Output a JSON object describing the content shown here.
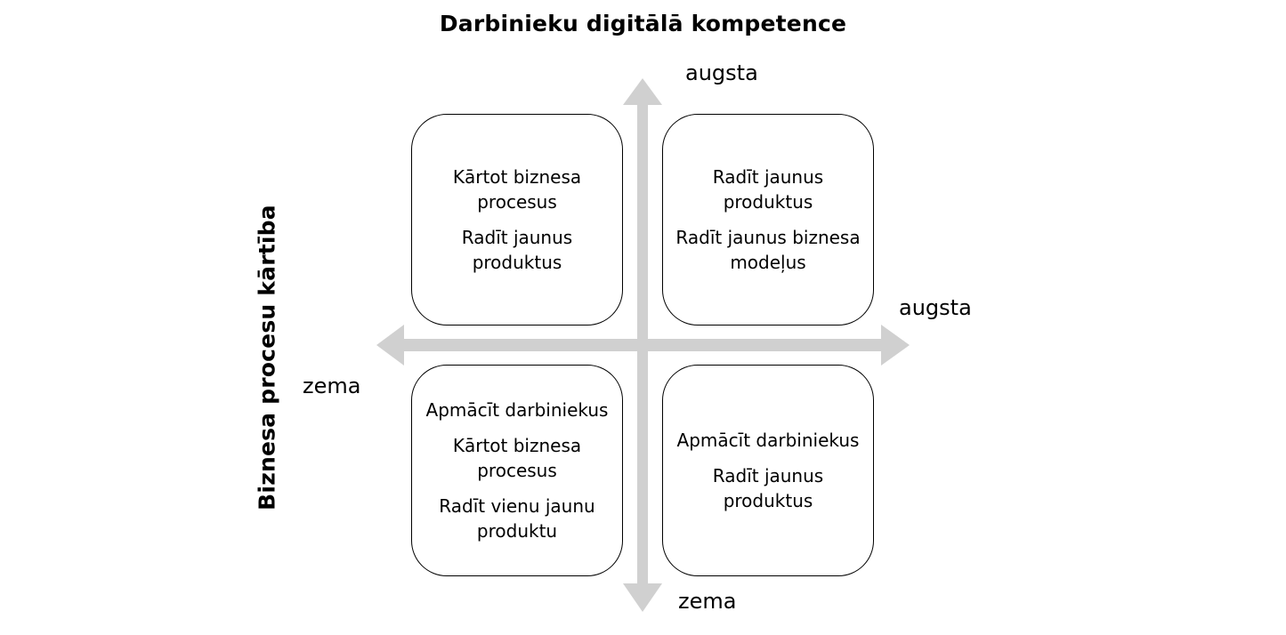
{
  "titles": {
    "top": "Darbinieku digitālā kompetence",
    "left": "Biznesa procesu kārtība"
  },
  "axis_labels": {
    "vertical_high": "augsta",
    "vertical_low": "zema",
    "horizontal_high": "augsta",
    "horizontal_low": "zema"
  },
  "quadrants": {
    "top_left": {
      "item1": "Kārtot biznesa procesus",
      "item2": "Radīt jaunus produktus"
    },
    "top_right": {
      "item1": "Radīt jaunus produktus",
      "item2": "Radīt jaunus biznesa modeļus"
    },
    "bottom_left": {
      "item1": "Apmācīt darbiniekus",
      "item2": "Kārtot biznesa procesus",
      "item3": "Radīt vienu jaunu produktu"
    },
    "bottom_right": {
      "item1": "Apmācīt darbiniekus",
      "item2": "Radīt jaunus produktus"
    }
  },
  "colors": {
    "arrow": "#d0d0d0",
    "box_border": "#000000"
  }
}
